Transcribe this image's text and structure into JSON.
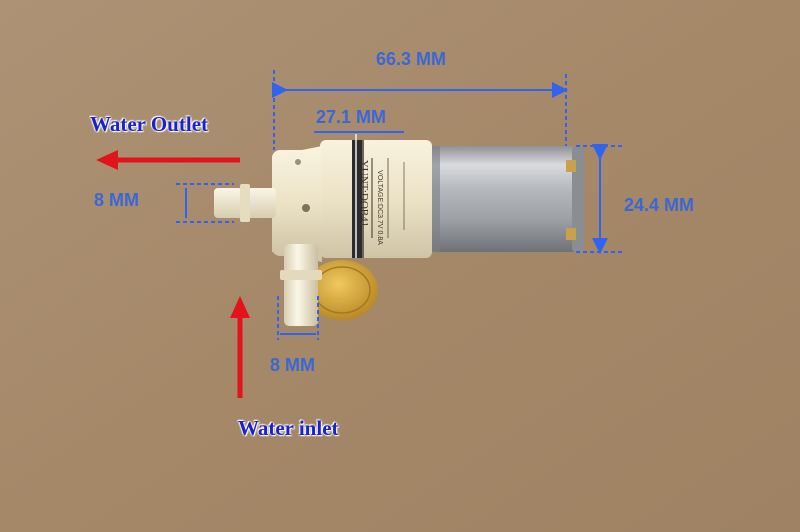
{
  "labels": {
    "overall_length": "66.3 MM",
    "pump_head_length": "27.1 MM",
    "motor_diameter": "24.4 MM",
    "outlet_diameter": "8 MM",
    "inlet_diameter": "8 MM",
    "outlet_caption": "Water Outlet",
    "inlet_caption": "Water inlet"
  },
  "product_marks": {
    "housing_model": "YUNT:DQB41",
    "housing_voltage": "VOLTAGE:DC3.7V 0.8A"
  },
  "colors": {
    "background": "#a88c6e",
    "dimension_text": "#3a67d6",
    "dimension_line": "#2f63f0",
    "caption_text": "#1a22c8",
    "flow_arrow": "#e1131b",
    "pump_head": "#efe6cc",
    "motor": "#b9bcc0",
    "coin": "#d7a83a"
  }
}
